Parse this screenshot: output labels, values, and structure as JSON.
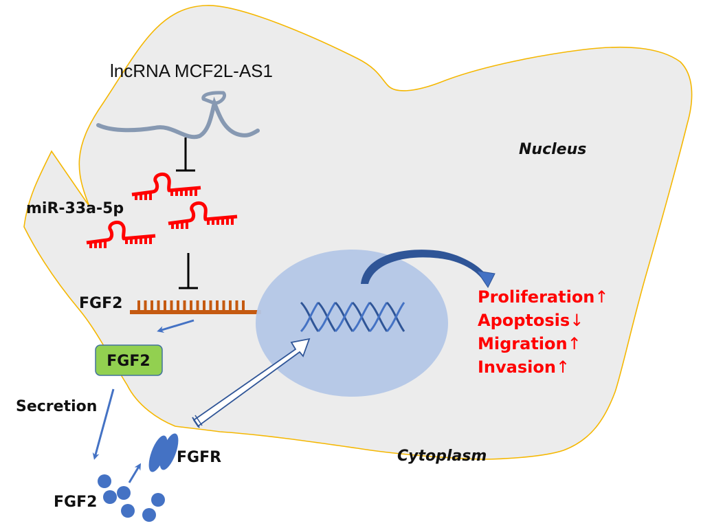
{
  "title": "lncRNA MCF2L-AS1 / miR-33a-5p / FGF2 signaling mechanism",
  "colors": {
    "cell_fill": "#ececec",
    "cell_outline": "#f5b700",
    "lncrna": "#8799b2",
    "mirna": "#ff0000",
    "mrna": "#c55a11",
    "protein_box_fill": "#92d050",
    "protein_box_stroke": "#41719c",
    "nucleus_fill": "#b4c7e7",
    "blue": "#4472c4",
    "dna": "#2f5597",
    "outcome_text": "#ff0000"
  },
  "labels": {
    "lncrna": "lncRNA MCF2L-AS1",
    "mirna": "miR-33a-5p",
    "fgf2_mrna": "FGF2",
    "fgf2_protein": "FGF2",
    "secretion": "Secretion",
    "fgf2_extracellular": "FGF2",
    "receptor": "FGFR",
    "nucleus": "Nucleus",
    "cytoplasm": "Cytoplasm"
  },
  "outcomes": [
    {
      "text": "Proliferation",
      "arrow": "↑"
    },
    {
      "text": "Apoptosis",
      "arrow": "↓"
    },
    {
      "text": "Migration",
      "arrow": "↑"
    },
    {
      "text": "Invasion",
      "arrow": "↑"
    }
  ],
  "relations": [
    {
      "from": "lncRNA MCF2L-AS1",
      "to": "miR-33a-5p",
      "type": "inhibits"
    },
    {
      "from": "miR-33a-5p",
      "to": "FGF2 mRNA",
      "type": "inhibits"
    },
    {
      "from": "FGF2 mRNA",
      "to": "FGF2 protein",
      "type": "translates"
    },
    {
      "from": "FGF2 protein",
      "to": "extracellular FGF2",
      "type": "secretion"
    },
    {
      "from": "extracellular FGF2",
      "to": "FGFR",
      "type": "binds"
    },
    {
      "from": "FGFR",
      "to": "nucleus DNA",
      "type": "signals"
    },
    {
      "from": "nucleus DNA",
      "to": "outcomes",
      "type": "regulates"
    }
  ]
}
